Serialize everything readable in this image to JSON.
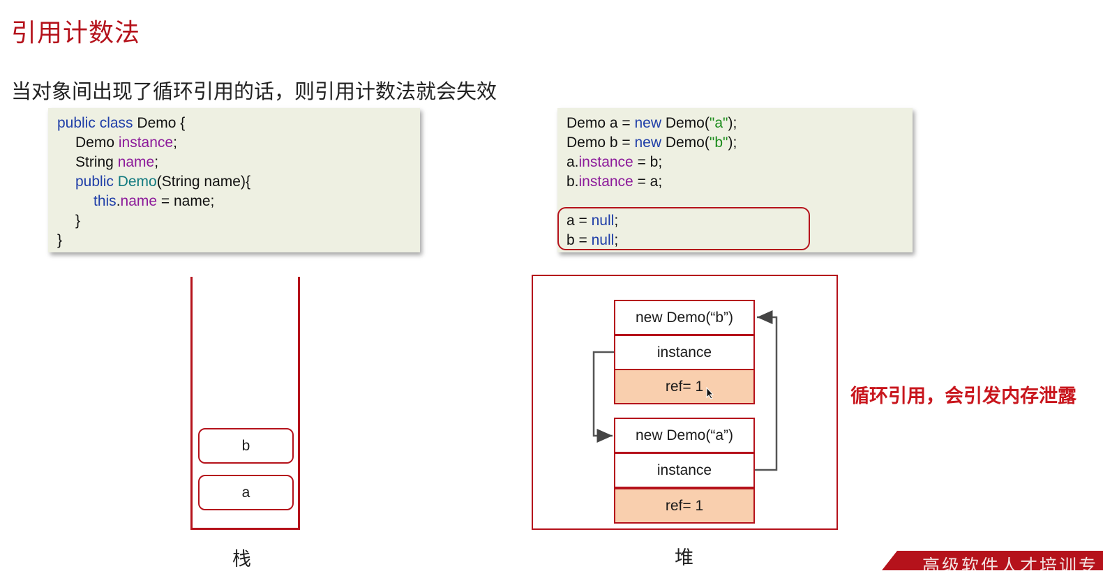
{
  "slide": {
    "title": "引用计数法",
    "subtitle": "当对象间出现了循环引用的话，则引用计数法就会失效"
  },
  "class_code": {
    "l1": {
      "kw": "public class",
      "rest": " Demo {"
    },
    "l2": {
      "type": "Demo ",
      "field": "instance",
      "end": ";"
    },
    "l3": {
      "type": "String ",
      "field": "name",
      "end": ";"
    },
    "l4": {
      "kw": "public ",
      "fn": "Demo",
      "rest": "(String name){"
    },
    "l5": {
      "kw": "this",
      "dot": ".",
      "field": "name",
      "rest": " = name;"
    },
    "l6": "}",
    "l7": "}"
  },
  "main_code": {
    "l1": {
      "a": "Demo a = ",
      "kw": "new",
      "b": " Demo(",
      "str": "\"a\"",
      "c": ");"
    },
    "l2": {
      "a": "Demo b = ",
      "kw": "new",
      "b": " Demo(",
      "str": "\"b\"",
      "c": ");"
    },
    "l3": {
      "a": "a.",
      "field": "instance",
      "b": " = b;"
    },
    "l4": {
      "a": "b.",
      "field": "instance",
      "b": " = a;"
    },
    "l5": {
      "a": "a = ",
      "kw": "null",
      "b": ";"
    },
    "l6": {
      "a": "b = ",
      "kw": "null",
      "b": ";"
    }
  },
  "stack": {
    "items": [
      "b",
      "a"
    ],
    "label": "栈"
  },
  "heap": {
    "label": "堆",
    "objects": [
      {
        "header": "new Demo(“b”)",
        "field": "instance",
        "ref": "ref= 1"
      },
      {
        "header": "new Demo(“a”)",
        "field": "instance",
        "ref": "ref= 1"
      }
    ]
  },
  "warning": "循环引用，会引发内存泄露",
  "footer_banner": "高级软件人才培训专",
  "colors": {
    "accent_red": "#b5121b",
    "code_bg": "#eef0e2",
    "ref_fill": "#f9cfae",
    "keyword": "#1f3ea8",
    "field": "#8c1a9a",
    "string": "#1a8a1a"
  }
}
